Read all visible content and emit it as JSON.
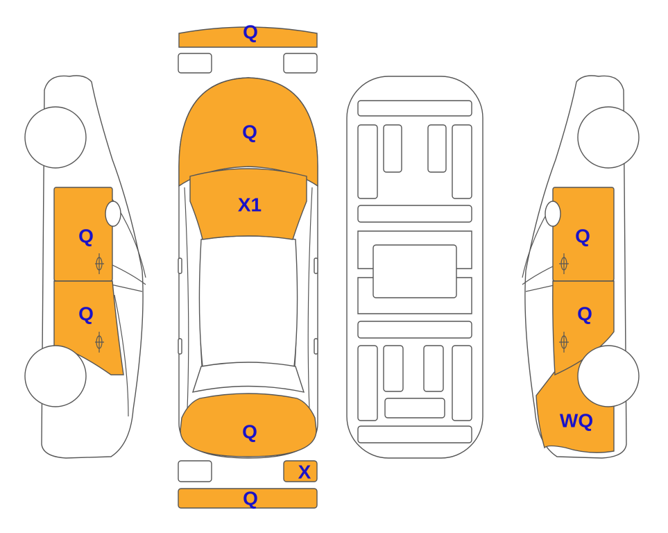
{
  "colors": {
    "damage_fill": "#F9A82C",
    "label": "#1A12C8",
    "outline": "#555555"
  },
  "panels": {
    "front_bumper": "Q",
    "hood": "Q",
    "windshield": "X1",
    "trunk": "Q",
    "rear_right_lamp": "X",
    "rear_bumper": "Q",
    "left_front_door": "Q",
    "left_rear_door": "Q",
    "right_front_door": "Q",
    "right_rear_door": "Q",
    "right_rear_quarter": "WQ"
  }
}
